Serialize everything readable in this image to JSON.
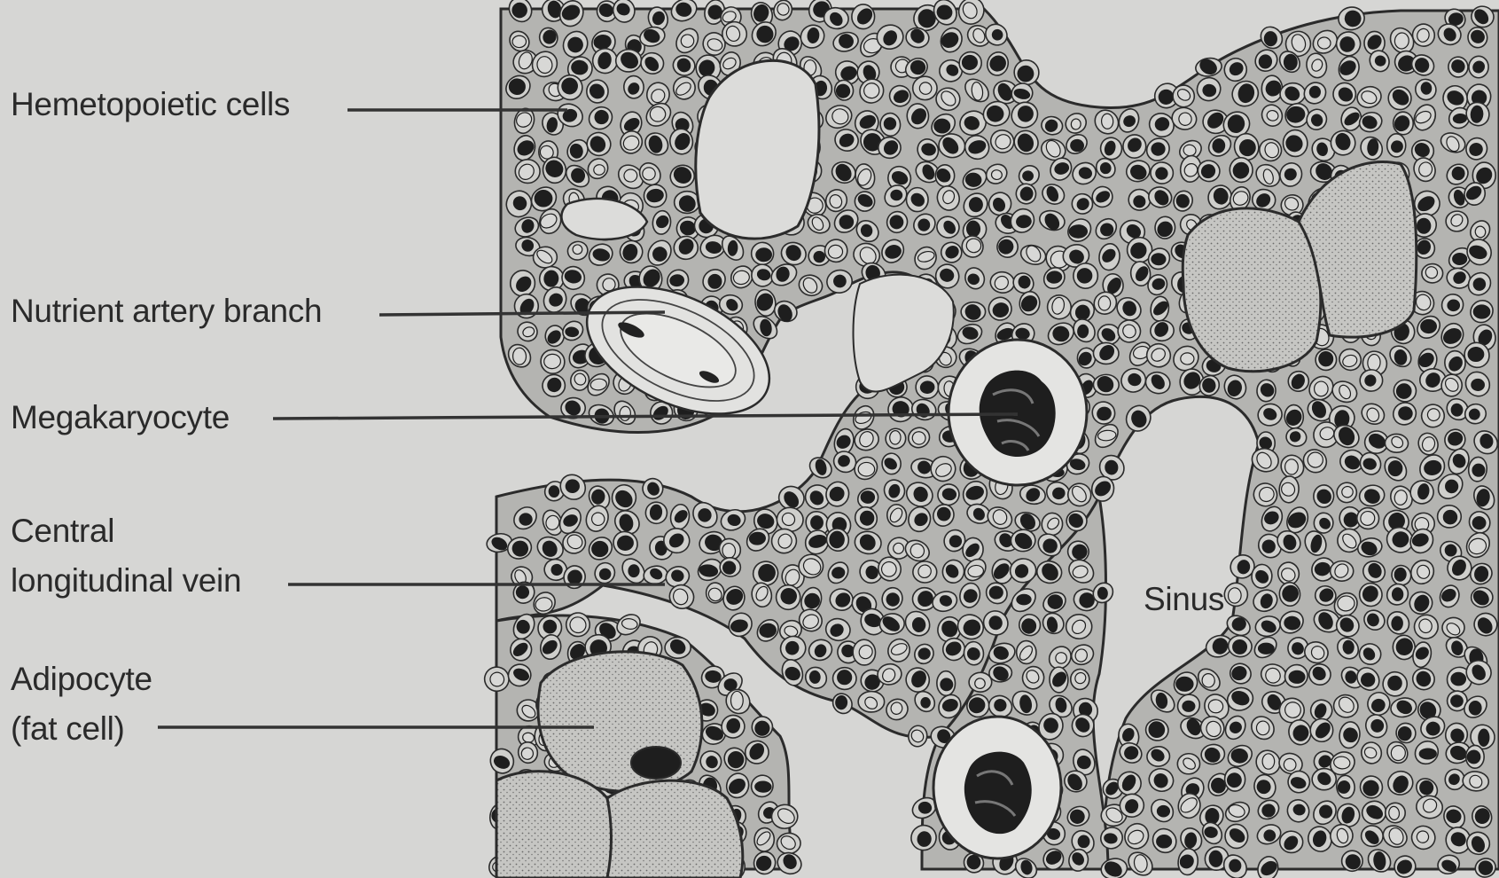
{
  "labels": {
    "hematopoietic_cells": "Hemetopoietic cells",
    "nutrient_artery_branch": "Nutrient artery branch",
    "megakaryocyte": "Megakaryocyte",
    "central_longitudinal_vein": [
      "Central",
      "longitudinal vein"
    ],
    "adipocyte": [
      "Adipocyte",
      "(fat cell)"
    ],
    "sinus": "Sinus"
  },
  "colors": {
    "background": "#d6d6d4",
    "tissue": "#b9b9b6",
    "cell_outline": "#2b2b2b",
    "nucleus": "#1c1c1c",
    "fat_cell": "#bfbfbb",
    "lumen": "#dcdcda",
    "leader_line": "#333333"
  }
}
